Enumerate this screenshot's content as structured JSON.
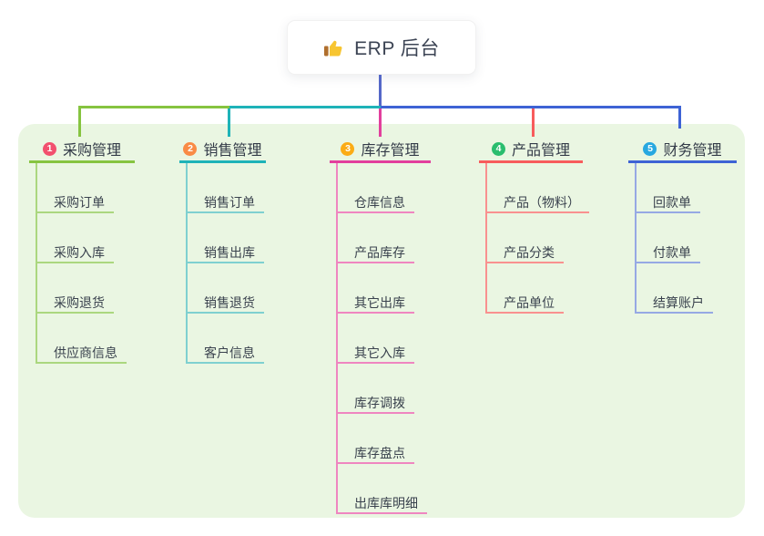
{
  "root": {
    "label": "ERP 后台",
    "icon": "thumbs-up-icon"
  },
  "connectors": {
    "root_color": "#5568c8"
  },
  "panel_color": "#eaf6e2",
  "branches": [
    {
      "badge": "1",
      "label": "采购管理",
      "badge_color": "#f2506e",
      "line_color": "#86c440",
      "light_color": "#abd77f",
      "children": [
        "采购订单",
        "采购入库",
        "采购退货",
        "供应商信息"
      ]
    },
    {
      "badge": "2",
      "label": "销售管理",
      "badge_color": "#f98b45",
      "line_color": "#1eb3b8",
      "light_color": "#7fd0d0",
      "children": [
        "销售订单",
        "销售出库",
        "销售退货",
        "客户信息"
      ]
    },
    {
      "badge": "3",
      "label": "库存管理",
      "badge_color": "#fbac16",
      "line_color": "#e23f9d",
      "light_color": "#ef86c0",
      "children": [
        "仓库信息",
        "产品库存",
        "其它出库",
        "其它入库",
        "库存调拨",
        "库存盘点",
        "出库库明细"
      ]
    },
    {
      "badge": "4",
      "label": "产品管理",
      "badge_color": "#2abd6e",
      "line_color": "#f75c5c",
      "light_color": "#f9918f",
      "children": [
        "产品（物料）",
        "产品分类",
        "产品单位"
      ]
    },
    {
      "badge": "5",
      "label": "财务管理",
      "badge_color": "#28a8e0",
      "line_color": "#3e63d5",
      "light_color": "#96a9e4",
      "children": [
        "回款单",
        "付款单",
        "结算账户"
      ]
    }
  ]
}
